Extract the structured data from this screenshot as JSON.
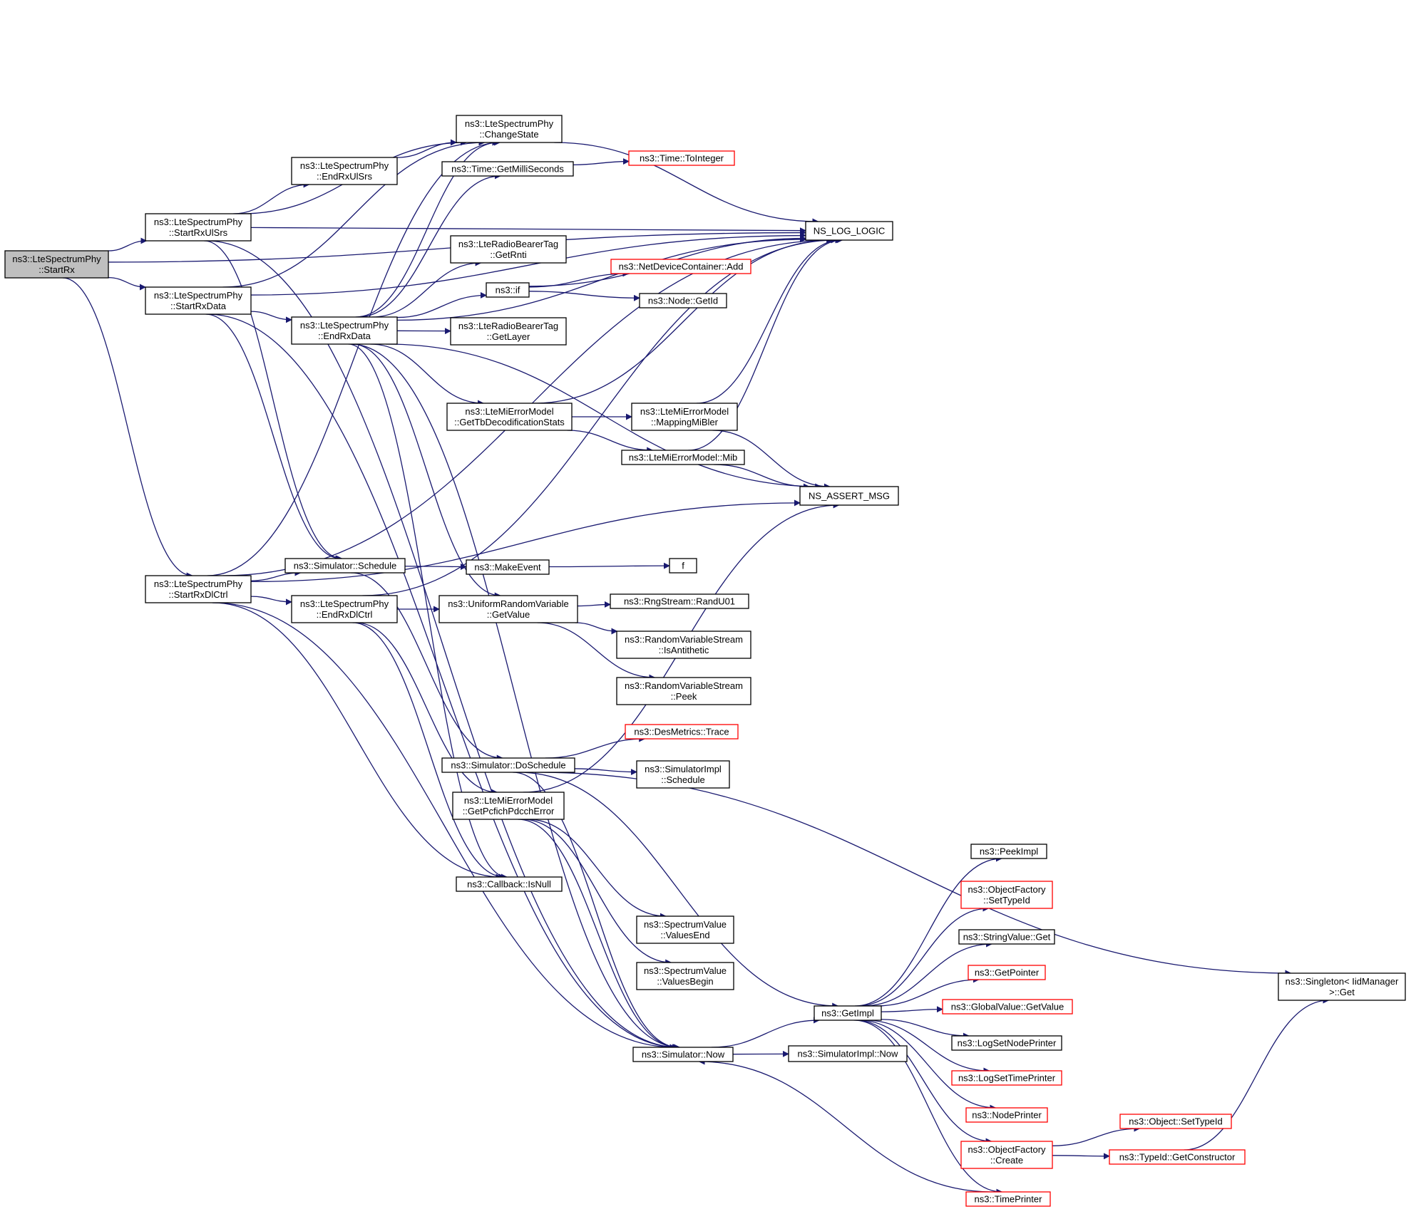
{
  "colors": {
    "edge": "#191970",
    "truncated_border": "#ff0000",
    "root_fill": "#bfbfbf",
    "border": "#000000"
  },
  "nodes": [
    {
      "id": "startrx",
      "lines": [
        "ns3::LteSpectrumPhy",
        "::StartRx"
      ],
      "style": "root"
    },
    {
      "id": "startrxulsrs",
      "lines": [
        "ns3::LteSpectrumPhy",
        "::StartRxUlSrs"
      ]
    },
    {
      "id": "startrxdata",
      "lines": [
        "ns3::LteSpectrumPhy",
        "::StartRxData"
      ]
    },
    {
      "id": "startrxdlctrl",
      "lines": [
        "ns3::LteSpectrumPhy",
        "::StartRxDlCtrl"
      ]
    },
    {
      "id": "endrxulsrs",
      "lines": [
        "ns3::LteSpectrumPhy",
        "::EndRxUlSrs"
      ]
    },
    {
      "id": "endrxdata",
      "lines": [
        "ns3::LteSpectrumPhy",
        "::EndRxData"
      ]
    },
    {
      "id": "schedule",
      "lines": [
        "ns3::Simulator::Schedule"
      ]
    },
    {
      "id": "endrxdlctrl",
      "lines": [
        "ns3::LteSpectrumPhy",
        "::EndRxDlCtrl"
      ]
    },
    {
      "id": "changestate",
      "lines": [
        "ns3::LteSpectrumPhy",
        "::ChangeState"
      ]
    },
    {
      "id": "getmilliseconds",
      "lines": [
        "ns3::Time::GetMilliSeconds"
      ]
    },
    {
      "id": "getrnti",
      "lines": [
        "ns3::LteRadioBearerTag",
        "::GetRnti"
      ]
    },
    {
      "id": "if",
      "lines": [
        "ns3::if"
      ]
    },
    {
      "id": "getlayer",
      "lines": [
        "ns3::LteRadioBearerTag",
        "::GetLayer"
      ]
    },
    {
      "id": "gettbdecod",
      "lines": [
        "ns3::LteMiErrorModel",
        "::GetTbDecodificationStats"
      ]
    },
    {
      "id": "makeevent",
      "lines": [
        "ns3::MakeEvent"
      ]
    },
    {
      "id": "urvgetvalue",
      "lines": [
        "ns3::UniformRandomVariable",
        "::GetValue"
      ]
    },
    {
      "id": "doschedule",
      "lines": [
        "ns3::Simulator::DoSchedule"
      ]
    },
    {
      "id": "getpcfich",
      "lines": [
        "ns3::LteMiErrorModel",
        "::GetPcfichPdcchError"
      ]
    },
    {
      "id": "isnull",
      "lines": [
        "ns3::Callback::IsNull"
      ]
    },
    {
      "id": "toint",
      "lines": [
        "ns3::Time::ToInteger"
      ],
      "style": "red"
    },
    {
      "id": "ndcadd",
      "lines": [
        "ns3::NetDeviceContainer::Add"
      ],
      "style": "red"
    },
    {
      "id": "nodegetid",
      "lines": [
        "ns3::Node::GetId"
      ]
    },
    {
      "id": "mappingmibler",
      "lines": [
        "ns3::LteMiErrorModel",
        "::MappingMiBler"
      ]
    },
    {
      "id": "mib",
      "lines": [
        "ns3::LteMiErrorModel::Mib"
      ]
    },
    {
      "id": "f",
      "lines": [
        "f"
      ]
    },
    {
      "id": "randu01",
      "lines": [
        "ns3::RngStream::RandU01"
      ]
    },
    {
      "id": "isantithetic",
      "lines": [
        "ns3::RandomVariableStream",
        "::IsAntithetic"
      ]
    },
    {
      "id": "peek",
      "lines": [
        "ns3::RandomVariableStream",
        "::Peek"
      ]
    },
    {
      "id": "destrace",
      "lines": [
        "ns3::DesMetrics::Trace"
      ],
      "style": "red"
    },
    {
      "id": "simimplschedule",
      "lines": [
        "ns3::SimulatorImpl",
        "::Schedule"
      ]
    },
    {
      "id": "valuesend",
      "lines": [
        "ns3::SpectrumValue",
        "::ValuesEnd"
      ]
    },
    {
      "id": "valuesbegin",
      "lines": [
        "ns3::SpectrumValue",
        "::ValuesBegin"
      ]
    },
    {
      "id": "now",
      "lines": [
        "ns3::Simulator::Now"
      ]
    },
    {
      "id": "nslog",
      "lines": [
        "NS_LOG_LOGIC"
      ]
    },
    {
      "id": "nsassert",
      "lines": [
        "NS_ASSERT_MSG"
      ]
    },
    {
      "id": "getimpl",
      "lines": [
        "ns3::GetImpl"
      ]
    },
    {
      "id": "simimplnow",
      "lines": [
        "ns3::SimulatorImpl::Now"
      ]
    },
    {
      "id": "peekimpl",
      "lines": [
        "ns3::PeekImpl"
      ]
    },
    {
      "id": "ofsettypeid",
      "lines": [
        "ns3::ObjectFactory",
        "::SetTypeId"
      ],
      "style": "red"
    },
    {
      "id": "stringget",
      "lines": [
        "ns3::StringValue::Get"
      ]
    },
    {
      "id": "getpointer",
      "lines": [
        "ns3::GetPointer"
      ],
      "style": "red"
    },
    {
      "id": "gvgetvalue",
      "lines": [
        "ns3::GlobalValue::GetValue"
      ],
      "style": "red"
    },
    {
      "id": "logsetnode",
      "lines": [
        "ns3::LogSetNodePrinter"
      ]
    },
    {
      "id": "logsettime",
      "lines": [
        "ns3::LogSetTimePrinter"
      ],
      "style": "red"
    },
    {
      "id": "nodeprinter",
      "lines": [
        "ns3::NodePrinter"
      ],
      "style": "red"
    },
    {
      "id": "ofcreate",
      "lines": [
        "ns3::ObjectFactory",
        "::Create"
      ],
      "style": "red"
    },
    {
      "id": "timeprinter",
      "lines": [
        "ns3::TimePrinter"
      ],
      "style": "red"
    },
    {
      "id": "objsettypeid",
      "lines": [
        "ns3::Object::SetTypeId"
      ],
      "style": "red"
    },
    {
      "id": "getconstructor",
      "lines": [
        "ns3::TypeId::GetConstructor"
      ],
      "style": "red"
    },
    {
      "id": "singletonget",
      "lines": [
        "ns3::Singleton< IidManager",
        " >::Get"
      ]
    }
  ],
  "edges": [
    [
      "startrx",
      "startrxulsrs"
    ],
    [
      "startrx",
      "startrxdata"
    ],
    [
      "startrx",
      "startrxdlctrl"
    ],
    [
      "startrx",
      "nslog"
    ],
    [
      "startrxulsrs",
      "nslog"
    ],
    [
      "startrxulsrs",
      "changestate"
    ],
    [
      "startrxulsrs",
      "endrxulsrs"
    ],
    [
      "startrxulsrs",
      "schedule"
    ],
    [
      "startrxulsrs",
      "now"
    ],
    [
      "startrxdata",
      "changestate"
    ],
    [
      "startrxdata",
      "endrxdata"
    ],
    [
      "startrxdata",
      "schedule"
    ],
    [
      "startrxdata",
      "now"
    ],
    [
      "startrxdata",
      "nslog"
    ],
    [
      "startrxdlctrl",
      "changestate"
    ],
    [
      "startrxdlctrl",
      "nslog"
    ],
    [
      "startrxdlctrl",
      "schedule"
    ],
    [
      "startrxdlctrl",
      "endrxdlctrl"
    ],
    [
      "startrxdlctrl",
      "isnull"
    ],
    [
      "startrxdlctrl",
      "now"
    ],
    [
      "startrxdlctrl",
      "nsassert"
    ],
    [
      "endrxulsrs",
      "changestate"
    ],
    [
      "endrxdata",
      "changestate"
    ],
    [
      "endrxdata",
      "getmilliseconds"
    ],
    [
      "endrxdata",
      "nslog"
    ],
    [
      "endrxdata",
      "getrnti"
    ],
    [
      "endrxdata",
      "if"
    ],
    [
      "endrxdata",
      "getlayer"
    ],
    [
      "endrxdata",
      "gettbdecod"
    ],
    [
      "endrxdata",
      "nsassert"
    ],
    [
      "endrxdata",
      "urvgetvalue"
    ],
    [
      "endrxdata",
      "isnull"
    ],
    [
      "endrxdata",
      "now"
    ],
    [
      "schedule",
      "makeevent"
    ],
    [
      "schedule",
      "doschedule"
    ],
    [
      "endrxdlctrl",
      "nslog"
    ],
    [
      "endrxdlctrl",
      "urvgetvalue"
    ],
    [
      "endrxdlctrl",
      "getpcfich"
    ],
    [
      "endrxdlctrl",
      "isnull"
    ],
    [
      "changestate",
      "nslog"
    ],
    [
      "getmilliseconds",
      "toint"
    ],
    [
      "if",
      "nslog"
    ],
    [
      "if",
      "ndcadd"
    ],
    [
      "if",
      "nodegetid"
    ],
    [
      "gettbdecod",
      "nslog"
    ],
    [
      "gettbdecod",
      "mappingmibler"
    ],
    [
      "gettbdecod",
      "mib"
    ],
    [
      "mappingmibler",
      "nslog"
    ],
    [
      "mappingmibler",
      "nsassert"
    ],
    [
      "mib",
      "nslog"
    ],
    [
      "mib",
      "nsassert"
    ],
    [
      "makeevent",
      "f"
    ],
    [
      "urvgetvalue",
      "randu01"
    ],
    [
      "urvgetvalue",
      "isantithetic"
    ],
    [
      "urvgetvalue",
      "peek"
    ],
    [
      "doschedule",
      "destrace"
    ],
    [
      "doschedule",
      "simimplschedule"
    ],
    [
      "doschedule",
      "singletonget"
    ],
    [
      "doschedule",
      "getimpl"
    ],
    [
      "doschedule",
      "now"
    ],
    [
      "getpcfich",
      "nsassert"
    ],
    [
      "getpcfich",
      "valuesend"
    ],
    [
      "getpcfich",
      "valuesbegin"
    ],
    [
      "getpcfich",
      "now"
    ],
    [
      "now",
      "getimpl"
    ],
    [
      "now",
      "simimplnow"
    ],
    [
      "getimpl",
      "peekimpl"
    ],
    [
      "getimpl",
      "ofsettypeid"
    ],
    [
      "getimpl",
      "stringget"
    ],
    [
      "getimpl",
      "getpointer"
    ],
    [
      "getimpl",
      "gvgetvalue"
    ],
    [
      "getimpl",
      "logsetnode"
    ],
    [
      "getimpl",
      "logsettime"
    ],
    [
      "getimpl",
      "nodeprinter"
    ],
    [
      "getimpl",
      "ofcreate"
    ],
    [
      "getimpl",
      "timeprinter"
    ],
    [
      "ofcreate",
      "objsettypeid"
    ],
    [
      "ofcreate",
      "getconstructor"
    ],
    [
      "getconstructor",
      "singletonget"
    ],
    [
      "timeprinter",
      "now"
    ]
  ]
}
